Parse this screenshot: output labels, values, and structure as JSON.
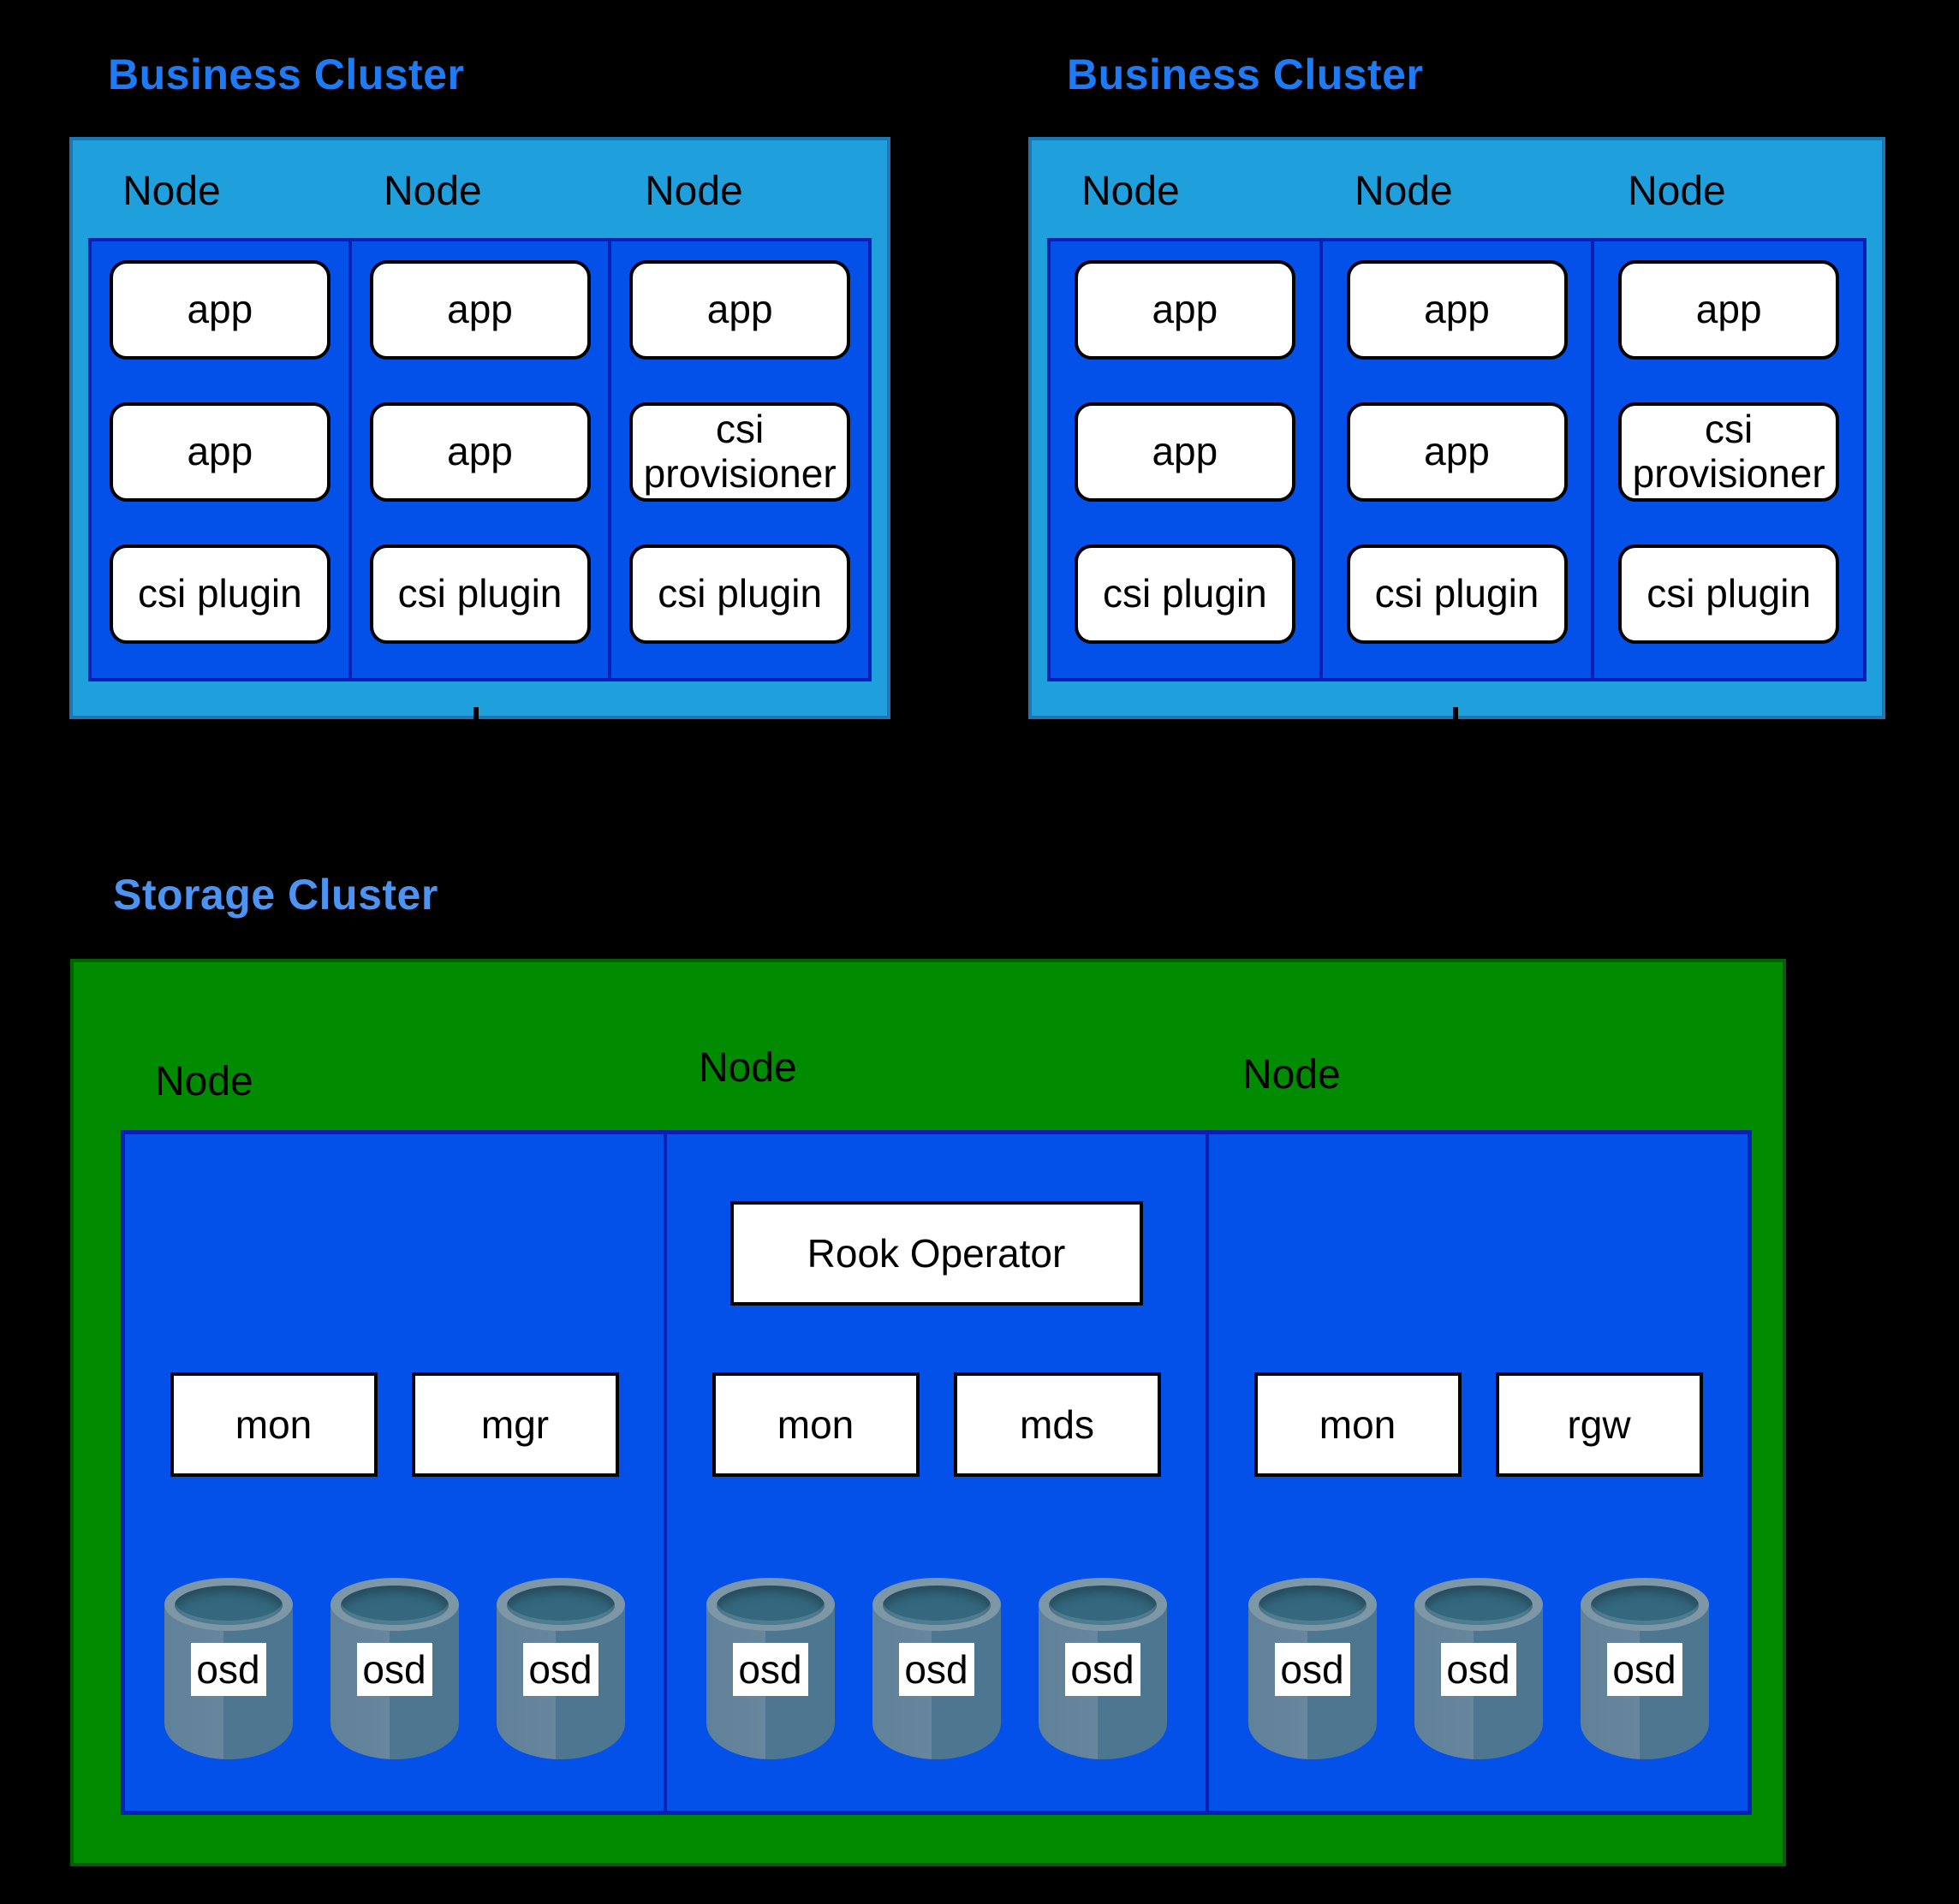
{
  "business_clusters": [
    {
      "title": "Business Cluster",
      "nodes": [
        {
          "label": "Node",
          "pods": [
            "app",
            "app",
            "csi plugin"
          ]
        },
        {
          "label": "Node",
          "pods": [
            "app",
            "app",
            "csi plugin"
          ]
        },
        {
          "label": "Node",
          "pods": [
            "app",
            "csi provisioner",
            "csi plugin"
          ]
        }
      ]
    },
    {
      "title": "Business Cluster",
      "nodes": [
        {
          "label": "Node",
          "pods": [
            "app",
            "app",
            "csi plugin"
          ]
        },
        {
          "label": "Node",
          "pods": [
            "app",
            "app",
            "csi plugin"
          ]
        },
        {
          "label": "Node",
          "pods": [
            "app",
            "csi provisioner",
            "csi plugin"
          ]
        }
      ]
    }
  ],
  "storage_cluster": {
    "title": "Storage Cluster",
    "nodes": [
      {
        "label": "Node",
        "services": [
          "mon",
          "mgr"
        ],
        "osds": [
          "osd",
          "osd",
          "osd"
        ]
      },
      {
        "label": "Node",
        "operator": "Rook Operator",
        "services": [
          "mon",
          "mds"
        ],
        "osds": [
          "osd",
          "osd",
          "osd"
        ]
      },
      {
        "label": "Node",
        "services": [
          "mon",
          "rgw"
        ],
        "osds": [
          "osd",
          "osd",
          "osd"
        ]
      }
    ]
  },
  "colors": {
    "background": "#000000",
    "business_title": "#1e7bf5",
    "storage_title": "#4d94f2",
    "node_header_blue": "#209fdd",
    "node_header_border": "#1b78b4",
    "panel_blue": "#0351e8",
    "panel_border_navy": "#0a1fb4",
    "storage_green": "#008b00",
    "storage_green_border": "#046004",
    "pod_fill": "#ffffff",
    "pod_border": "#000000",
    "osd_body_light": "#5f8199",
    "osd_body_dark": "#4d7690",
    "osd_rim": "#7e97a7",
    "osd_opening": "#34687f"
  }
}
